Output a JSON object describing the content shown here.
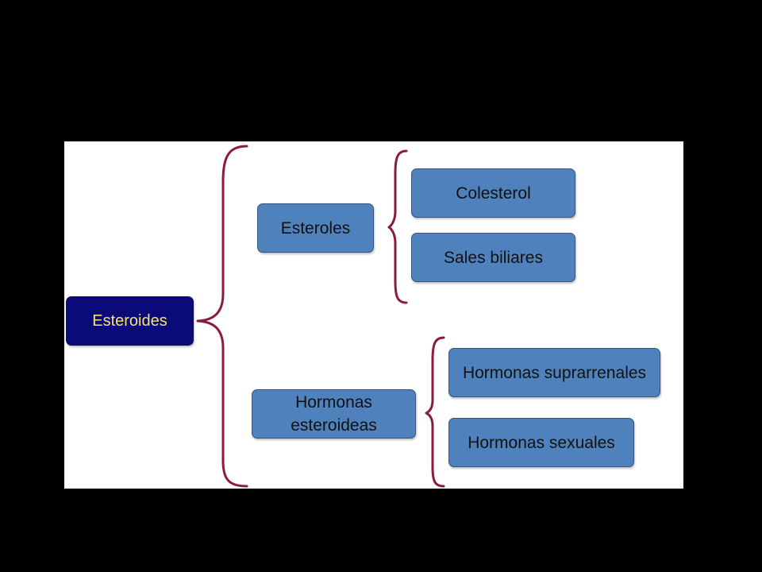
{
  "diagram": {
    "root": {
      "label": "Esteroides"
    },
    "branches": [
      {
        "label": "Esteroles",
        "children": [
          "Colesterol",
          "Sales biliares"
        ]
      },
      {
        "label_lines": [
          "Hormonas",
          "esteroideas"
        ],
        "children": [
          "Hormonas suprarrenales",
          "Hormonas sexuales"
        ]
      }
    ]
  },
  "colors": {
    "background": "#000000",
    "slide": "#ffffff",
    "root_fill": "#0a0a78",
    "root_text": "#f3e27a",
    "node_fill": "#4f81bd",
    "brace": "#8b1a43"
  }
}
